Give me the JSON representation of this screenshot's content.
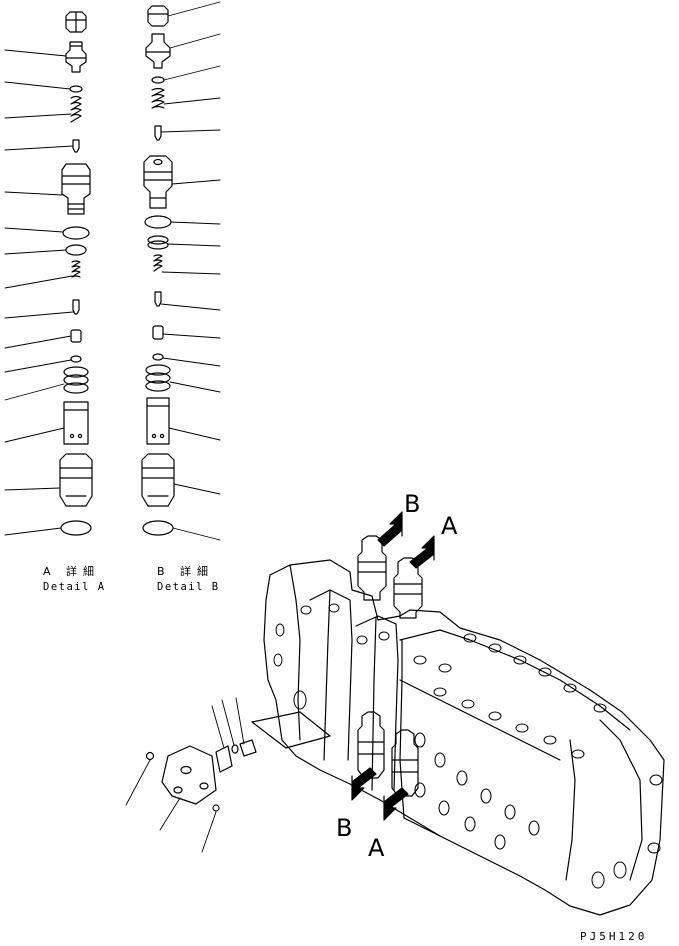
{
  "details": {
    "a": {
      "jp": "A 詳細",
      "en": "Detail A"
    },
    "b": {
      "jp": "B 詳細",
      "en": "Detail B"
    }
  },
  "callouts": {
    "upper_b": "B",
    "upper_a": "A",
    "lower_b": "B",
    "lower_a": "A"
  },
  "drawing_code": "PJ5H120"
}
